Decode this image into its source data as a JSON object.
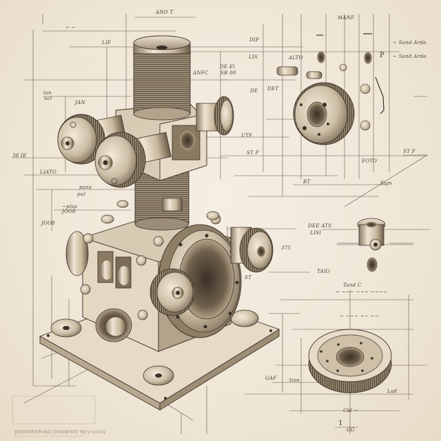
{
  "drawing": {
    "type": "technical-blueprint-illustration",
    "subject": "mechanical assembly (pump / gearbox housing)",
    "palette": {
      "paper": "#f1e9dc",
      "ink": "#3b3128",
      "shade_dark": "#6e5f4c",
      "shade_mid": "#b8a88f",
      "shade_light": "#e3d7c3"
    },
    "components": [
      {
        "id": "main-assembly",
        "label": "Main housing assembly"
      },
      {
        "id": "coil-column",
        "label": "Threaded cylindrical column"
      },
      {
        "id": "side-gears",
        "label": "Side gear wheels"
      },
      {
        "id": "flange-detail",
        "label": "Flange detail (top right)"
      },
      {
        "id": "bushing-detail",
        "label": "Bushing detail (mid right)"
      },
      {
        "id": "ring-gear-detail",
        "label": "Ring gear detail (bottom right)"
      }
    ],
    "labels": {
      "top_dim": "ANO T",
      "top_left_a": "LIF",
      "top_left_b": "~ ~",
      "left_a": "JAN",
      "left_b": "ion",
      "left_c": "ucl",
      "left_d": "38 IE",
      "left_e": "LIATO",
      "left_f": "~plus",
      "left_g": "pul",
      "left_h": "JOO8",
      "left_i": "pans",
      "coil_right": "ANFC",
      "mid_a": "DE El",
      "mid_b": "SB 00",
      "mid_c": "UTF",
      "mid_d": "ST P",
      "tr_head": "MANF",
      "tr_p": "P",
      "tr_note1": "~ Sand Arde.",
      "tr_note2": "~ Sand Arde.",
      "tr_a": "DIF",
      "tr_b": "LIS",
      "tr_c": "ALTO",
      "tr_d": "DE",
      "tr_e": "DET",
      "tr_f": "ST P",
      "tr_g": "FOTO",
      "tr_h": "BT",
      "tr_i": "Sign",
      "mr_a": "DEE ATS",
      "mr_b": "LISI",
      "mr_c": "375",
      "mr_d": "TAIO",
      "mr_e": "ST",
      "br_a": "Tand C",
      "br_b": "~ ~~~ ~~~ ~~~~",
      "br_c": "~ ~~~ ~~ ~~",
      "br_d": "Cbl ~",
      "br_e": "GG",
      "br_f": "1",
      "br_g": "GAF",
      "br_h": "tion",
      "br_i": "Lad",
      "title_block": "ENGINEERING DRAWING   REVISION"
    }
  }
}
